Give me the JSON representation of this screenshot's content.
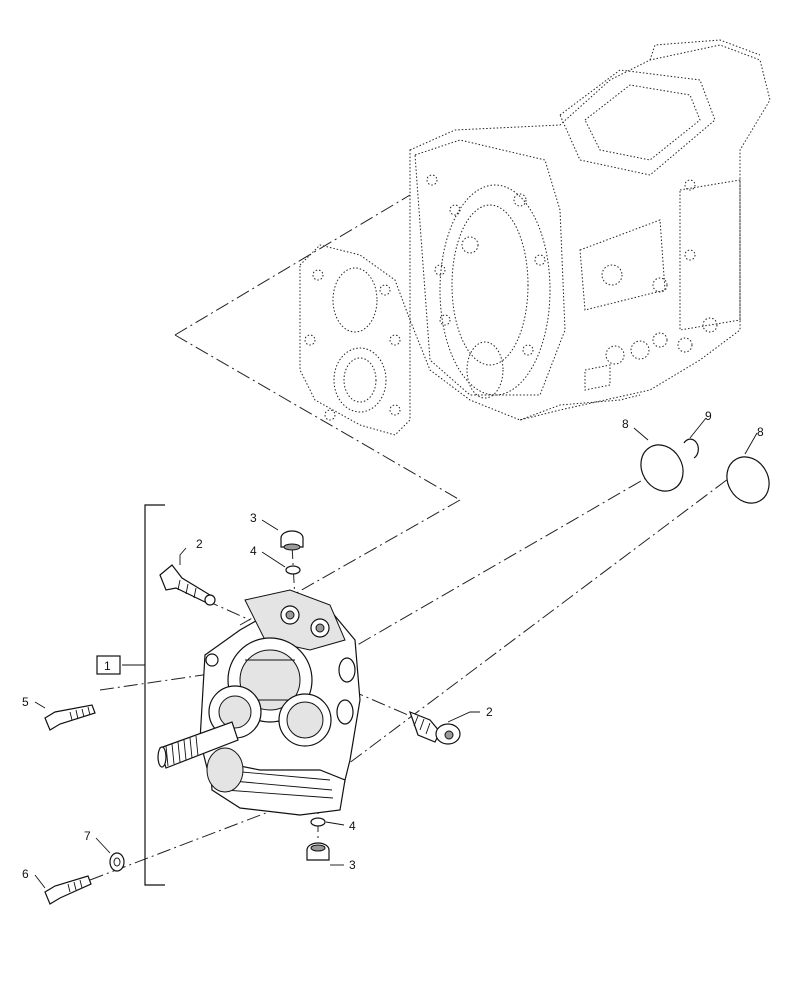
{
  "diagram": {
    "callouts": [
      {
        "id": "c1",
        "label": "1"
      },
      {
        "id": "c2a",
        "label": "2"
      },
      {
        "id": "c2b",
        "label": "2"
      },
      {
        "id": "c3a",
        "label": "3"
      },
      {
        "id": "c3b",
        "label": "3"
      },
      {
        "id": "c4a",
        "label": "4"
      },
      {
        "id": "c4b",
        "label": "4"
      },
      {
        "id": "c5",
        "label": "5"
      },
      {
        "id": "c6",
        "label": "6"
      },
      {
        "id": "c7",
        "label": "7"
      },
      {
        "id": "c8a",
        "label": "8"
      },
      {
        "id": "c8b",
        "label": "8"
      },
      {
        "id": "c9",
        "label": "9"
      }
    ]
  }
}
